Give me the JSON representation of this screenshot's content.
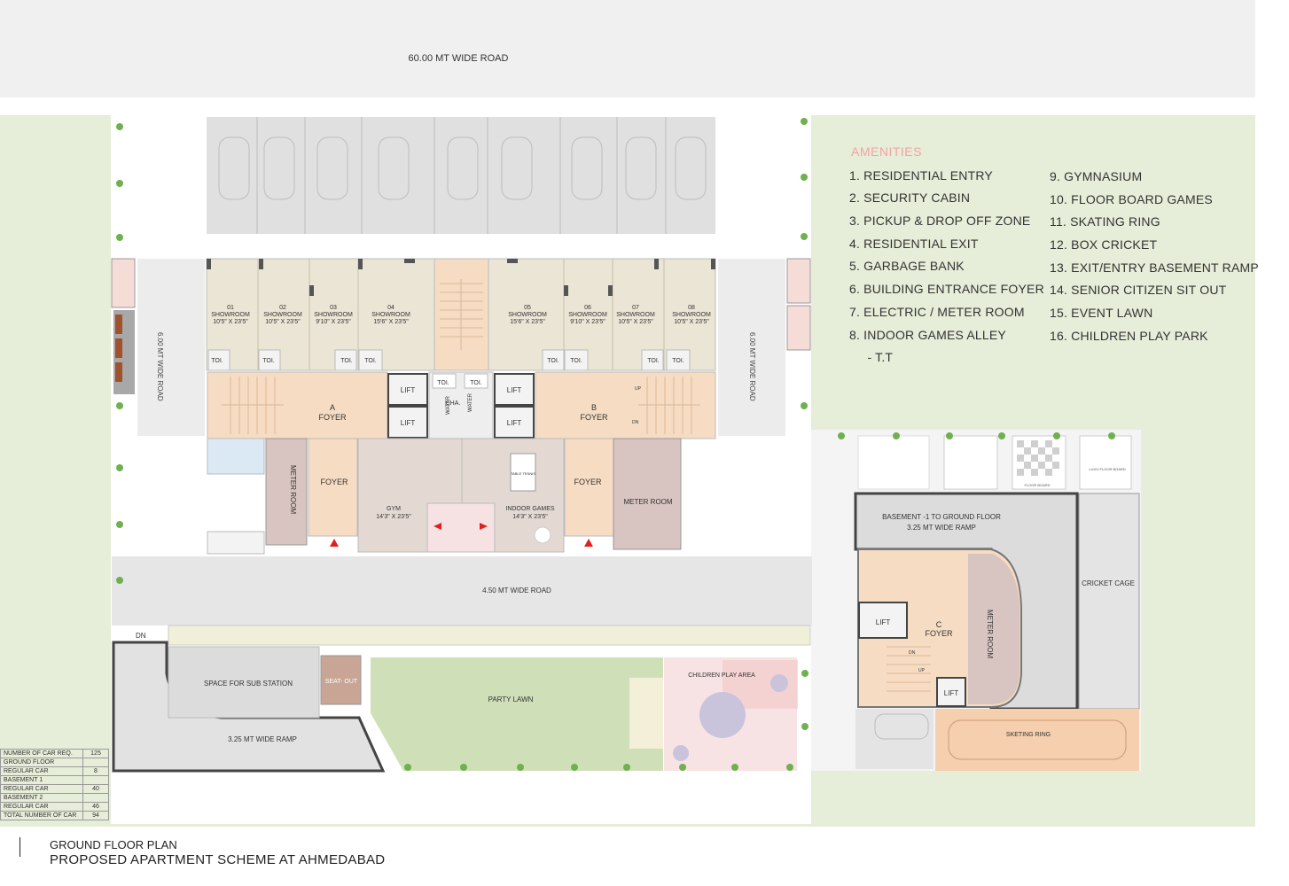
{
  "road_top": "60.00 MT WIDE ROAD",
  "road_left": "6.00 MT WIDE ROAD",
  "road_right": "6.00 MT WIDE ROAD",
  "road_inner": "4.50 MT WIDE ROAD",
  "ramp_bottom": "3.25 MT WIDE RAMP",
  "ramp_basement_line1": "BASEMENT -1 TO GROUND FLOOR",
  "ramp_basement_line2": "3.25 MT WIDE RAMP",
  "dn_label": "DN",
  "showrooms": [
    {
      "num": "01",
      "name": "SHOWROOM",
      "size": "10'5\" X 23'5\""
    },
    {
      "num": "02",
      "name": "SHOWROOM",
      "size": "10'5\" X 23'5\""
    },
    {
      "num": "03",
      "name": "SHOWROOM",
      "size": "9'10\" X 23'5\""
    },
    {
      "num": "04",
      "name": "SHOWROOM",
      "size": "15'6\" X 23'5\""
    },
    {
      "num": "05",
      "name": "SHOWROOM",
      "size": "15'6\" X 23'5\""
    },
    {
      "num": "06",
      "name": "SHOWROOM",
      "size": "9'10\" X 23'5\""
    },
    {
      "num": "07",
      "name": "SHOWROOM",
      "size": "10'5\" X 23'5\""
    },
    {
      "num": "08",
      "name": "SHOWROOM",
      "size": "10'5\" X 23'5\""
    }
  ],
  "toilet_label": "TOI.",
  "lift_label": "LIFT",
  "cha_label": "CHA.",
  "water_label": "WATER",
  "foyer_label": "FOYER",
  "foyer_a": "A",
  "foyer_b": "B",
  "foyer_c": "C",
  "meter_room_label": "METER ROOM",
  "gym_label": "GYM",
  "gym_size": "14'3\" X 23'5\"",
  "indoor_games_label": "INDOOR GAMES",
  "indoor_games_size": "14'3\" X 23'5\"",
  "table_tennis_label": "TABLE TENNIS",
  "up_label": "UP",
  "dn_small": "DN",
  "sub_station_label": "SPACE FOR SUB STATION",
  "seat_out_label": "SEAT- OUT",
  "party_lawn_label": "PARTY LAWN",
  "children_play_label": "CHILDREN PLAY AREA",
  "cricket_cage_label": "CRICKET CAGE",
  "skating_ring_label": "SKETING RING",
  "floor_board_label": "FLOOR BOARD",
  "ludo_label": "LUDO FLOOR BOARD",
  "amenities_title": "AMENITIES",
  "amenities_left": [
    "1.  RESIDENTIAL ENTRY",
    "2.  SECURITY CABIN",
    "3.  PICKUP & DROP OFF ZONE",
    "4.  RESIDENTIAL EXIT",
    "5.  GARBAGE BANK",
    "6.  BUILDING ENTRANCE FOYER",
    "7.  ELECTRIC / METER ROOM",
    "8.  INDOOR GAMES ALLEY",
    "     - T.T"
  ],
  "amenities_right": [
    "9.  GYMNASIUM",
    "10. FLOOR BOARD GAMES",
    "11. SKATING RING",
    "12. BOX CRICKET",
    "13.  EXIT/ENTRY BASEMENT RAMP",
    "14. SENIOR CITIZEN SIT OUT",
    "15. EVENT LAWN",
    "16. CHILDREN PLAY PARK"
  ],
  "car_table": [
    {
      "label": "NUMBER OF CAR REQ.",
      "value": "125"
    },
    {
      "label": "GROUND FLOOR",
      "value": ""
    },
    {
      "label": "REGULAR CAR",
      "value": "8"
    },
    {
      "label": "BASEMENT 1",
      "value": ""
    },
    {
      "label": "REGULAR CAR",
      "value": "40"
    },
    {
      "label": "BASEMENT 2",
      "value": ""
    },
    {
      "label": "REGULAR CAR",
      "value": "46"
    },
    {
      "label": "TOTAL NUMBER OF CAR",
      "value": "94"
    }
  ],
  "plan_title": "GROUND FLOOR PLAN",
  "plan_subtitle": "PROPOSED APARTMENT SCHEME AT AHMEDABAD",
  "colors": {
    "lawn": "#e5ecd6",
    "road": "#e9e9e9",
    "parking": "#dedede",
    "showroom": "#e9e3d3",
    "foyer": "#f6dcc3",
    "meter": "#d8c4c0",
    "gym": "#e3d9d2",
    "skating": "#f5cfae",
    "play": "#f6e2e2",
    "green_lawn": "#cfe0b8",
    "tree": "#6fb04f"
  }
}
